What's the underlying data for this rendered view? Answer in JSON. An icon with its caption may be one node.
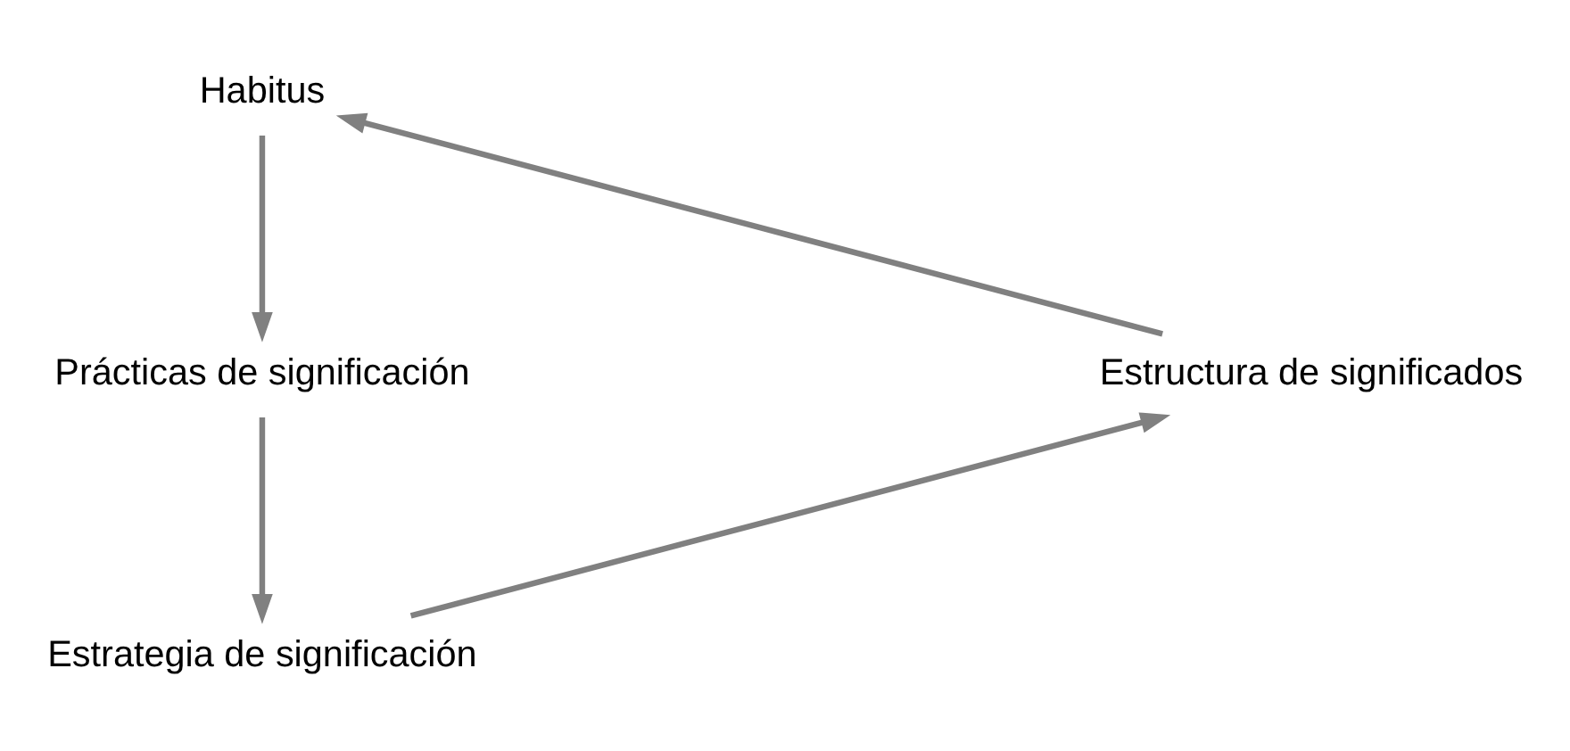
{
  "diagram": {
    "nodes": [
      {
        "text": [
          "Habitus"
        ]
      },
      {
        "text": [
          "Prácticas de significación"
        ]
      },
      {
        "text": [
          "Estrategia de significación"
        ]
      },
      {
        "text": [
          "Estructura de significados"
        ]
      }
    ],
    "edges": [
      {
        "from": 0,
        "to": 1,
        "arrow": "to"
      },
      {
        "from": 1,
        "to": 2,
        "arrow": "to"
      },
      {
        "from": 2,
        "to": 3,
        "arrow": "to"
      },
      {
        "from": 3,
        "to": 0,
        "arrow": "to"
      }
    ]
  }
}
